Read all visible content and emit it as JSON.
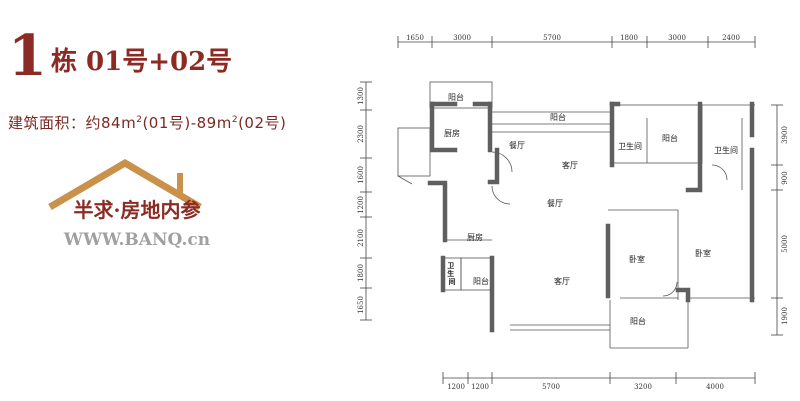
{
  "header": {
    "building_number": "1",
    "building_units": "栋 01号+02号",
    "area_prefix": "建筑面积：约84m",
    "area_sup1": "2",
    "area_middle": "(01号)-89m",
    "area_sup2": "2",
    "area_suffix": "(02号)"
  },
  "watermark": {
    "site_name": "半求·房地内参",
    "url": "WWW.BANQ.cn"
  },
  "dimensions": {
    "top": [
      "1650",
      "3000",
      "5700",
      "1800",
      "3000",
      "2400"
    ],
    "bottom": [
      "1200",
      "1200",
      "5700",
      "3200",
      "4000"
    ],
    "left": [
      "1300",
      "2300",
      "1600",
      "1200",
      "2100",
      "1800",
      "1650"
    ],
    "right": [
      "3900",
      "900",
      "5000",
      "1900"
    ]
  },
  "rooms": {
    "balcony_top_left": "阳台",
    "balcony_top_mid": "阳台",
    "balcony_right": "阳台",
    "balcony_mid_left": "阳台",
    "balcony_bottom": "阳台",
    "kitchen_top": "厨房",
    "kitchen_bottom": "厨房",
    "dining_top": "餐厅",
    "dining_mid": "餐厅",
    "living_top": "客厅",
    "living_bottom": "客厅",
    "bath_top_1": "卫生间",
    "bath_top_2": "卫生间",
    "bath_small": "卫生间",
    "bedroom_1": "卧室",
    "bedroom_2": "卧室"
  },
  "colors": {
    "brand": "#8b2b23",
    "wall": "#5f5f5f",
    "line": "#444444",
    "logo_orange": "#c9914a"
  }
}
